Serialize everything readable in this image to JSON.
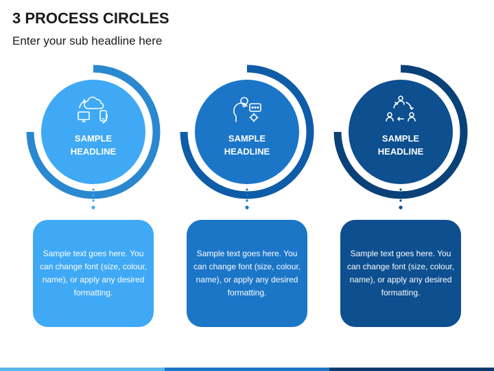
{
  "slide": {
    "title": "3 PROCESS CIRCLES",
    "subtitle": "Enter your sub headline here"
  },
  "steps": [
    {
      "headline_line1": "SAMPLE",
      "headline_line2": "HEADLINE",
      "text": "Sample text goes here. You can change font (size, colour, name), or apply any desired formatting.",
      "icon": "cloud-sync-devices-icon",
      "fill_color": "#3fa9f5",
      "ring_color": "#2a88d0"
    },
    {
      "headline_line1": "SAMPLE",
      "headline_line2": "HEADLINE",
      "text": "Sample text goes here. You can change font (size, colour, name), or apply any desired formatting.",
      "icon": "idea-brainstorm-icon",
      "fill_color": "#1b76c8",
      "ring_color": "#0f5ca8"
    },
    {
      "headline_line1": "SAMPLE",
      "headline_line2": "HEADLINE",
      "text": "Sample text goes here. You can change font (size, colour, name), or apply any desired formatting.",
      "icon": "team-cycle-icon",
      "fill_color": "#0d4f8f",
      "ring_color": "#0a4178"
    }
  ],
  "colors": {
    "bar_light": "#5ab8f0",
    "bar_mid": "#1b76c8",
    "bar_dark": "#0a3a6e"
  }
}
